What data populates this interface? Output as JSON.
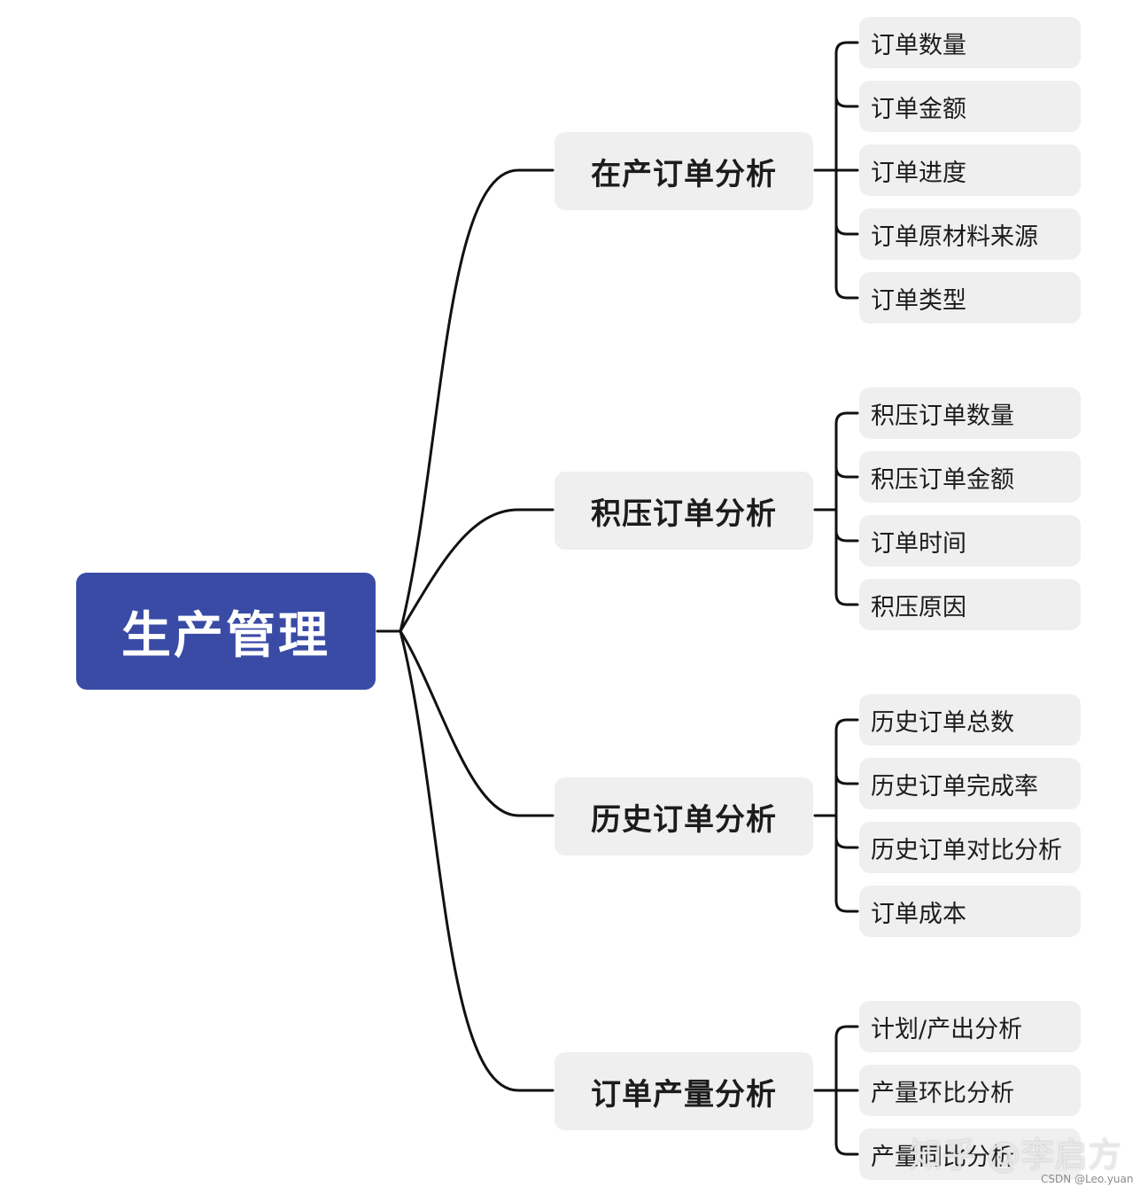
{
  "root": {
    "label": "生产管理"
  },
  "branches": [
    {
      "label": "在产订单分析",
      "items": [
        "订单数量",
        "订单金额",
        "订单进度",
        "订单原材料来源",
        "订单类型"
      ]
    },
    {
      "label": "积压订单分析",
      "items": [
        "积压订单数量",
        "积压订单金额",
        "订单时间",
        "积压原因"
      ]
    },
    {
      "label": "历史订单分析",
      "items": [
        "历史订单总数",
        "历史订单完成率",
        "历史订单对比分析",
        "订单成本"
      ]
    },
    {
      "label": "订单产量分析",
      "items": [
        "计划/产出分析",
        "产量环比分析",
        "产量同比分析"
      ]
    }
  ],
  "watermark": "知乎 @李启方",
  "credit": "CSDN @Leo.yuan",
  "colors": {
    "root_fill": "#3a4ba6",
    "node_fill": "#efefef",
    "connector": "#111111"
  }
}
